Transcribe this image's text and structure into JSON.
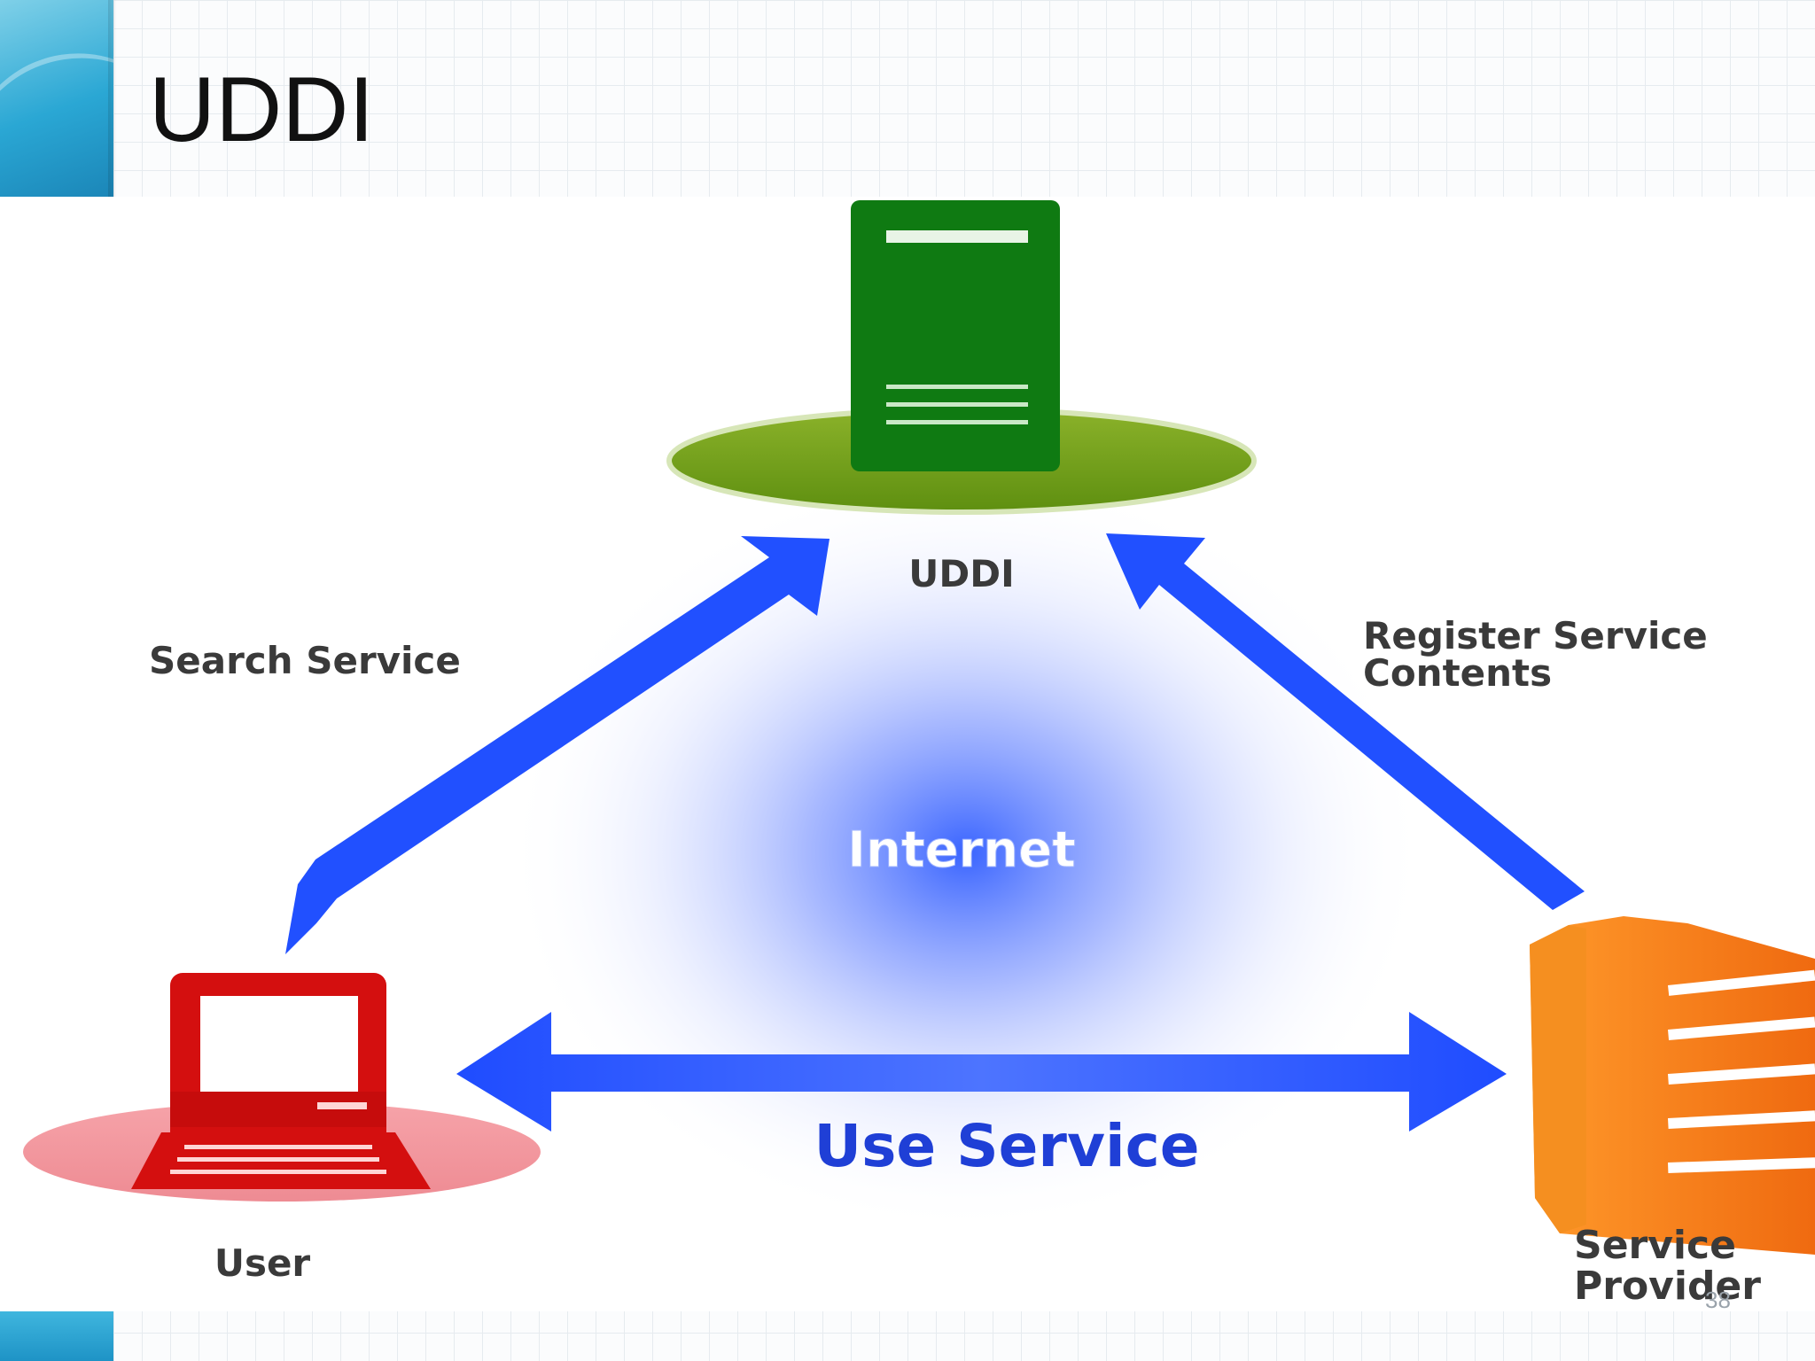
{
  "slide": {
    "title": "UDDI",
    "page_number": "38"
  },
  "diagram": {
    "nodes": {
      "registry": {
        "label": "UDDI",
        "icon": "server-icon",
        "color": "#0f7a12"
      },
      "user": {
        "label": "User",
        "icon": "laptop-icon",
        "color": "#d40f0f"
      },
      "provider": {
        "label_line1": "Service",
        "label_line2": "Provider",
        "icon": "building-icon",
        "color": "#f47a12"
      }
    },
    "center_label": "Internet",
    "edges": {
      "search": {
        "label": "Search Service"
      },
      "register": {
        "label_line1": "Register Service",
        "label_line2": "Contents"
      },
      "use": {
        "label": "Use Service"
      }
    },
    "colors": {
      "arrow": "#1f4cff",
      "use_service_text": "#1f3fd6",
      "accent": "#2aa7d4"
    }
  }
}
